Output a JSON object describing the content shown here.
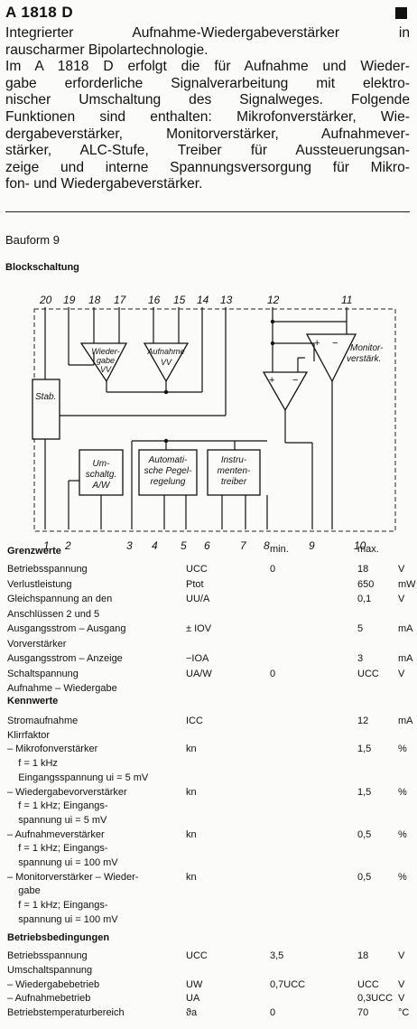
{
  "header": {
    "title": "A 1818 D",
    "intro_lines": [
      "Integrierter Aufnahme-Wiedergabeverstärker in",
      "rauscharmer Bipolartechnologie."
    ],
    "body_lines": [
      "Im A 1818 D erfolgt die für Aufnahme und Wieder-",
      "gabe erforderliche Signalverarbeitung mit elektro-",
      "nischer Umschaltung des Signalweges. Folgende",
      "Funktionen sind enthalten: Mikrofonverstärker, Wie-",
      "dergabeverstärker, Monitorverstärker, Aufnahmever-",
      "stärker, ALC-Stufe, Treiber für Aussteuerungsan-",
      "zeige und interne Spannungsversorgung für Mikro-",
      "fon- und Wiedergabeverstärker."
    ]
  },
  "bauform": "Bauform 9",
  "blockschaltung": {
    "heading": "Blockschaltung",
    "pins_top": [
      "20",
      "19",
      "18",
      "17",
      "16",
      "15",
      "14",
      "13",
      "12",
      "11"
    ],
    "pins_bottom": [
      "1",
      "2",
      "3",
      "4",
      "5",
      "6",
      "7",
      "8",
      "9",
      "10"
    ],
    "labels": {
      "wiedergabe_1": "Wieder-",
      "wiedergabe_2": "gabe",
      "wiedergabe_3": "VV",
      "aufnahme_1": "Aufnahme",
      "aufnahme_2": "VV",
      "monitor_1": "Monitor-",
      "monitor_2": "verstärk.",
      "stab": "Stab.",
      "umschalt_1": "Um-",
      "umschalt_2": "schaltg.",
      "umschalt_3": "A/W",
      "auto_1": "Automati-",
      "auto_2": "sche Pegel-",
      "auto_3": "regelung",
      "instr_1": "Instru-",
      "instr_2": "menten-",
      "instr_3": "treiber",
      "plus": "+",
      "minus": "−"
    }
  },
  "tables": {
    "col_min": "min.",
    "col_max": "max.",
    "grenzwerte": {
      "heading": "Grenzwerte",
      "rows": [
        {
          "label": "Betriebsspannung",
          "sym": "UCC",
          "min": "0",
          "max": "18",
          "unit": "V"
        },
        {
          "label": "Verlustleistung",
          "sym": "Ptot",
          "min": "",
          "max": "650",
          "unit": "mW"
        },
        {
          "label": "Gleichspannung an den",
          "sym": "UU/A",
          "min": "",
          "max": "0,1",
          "unit": "V"
        },
        {
          "label": "Anschlüssen 2 und 5",
          "sym": "",
          "min": "",
          "max": "",
          "unit": ""
        },
        {
          "label": "Ausgangsstrom – Ausgang",
          "sym": "± IOV",
          "min": "",
          "max": "5",
          "unit": "mA"
        },
        {
          "label": "Vorverstärker",
          "sym": "",
          "min": "",
          "max": "",
          "unit": ""
        },
        {
          "label": "Ausgangsstrom – Anzeige",
          "sym": "−IOA",
          "min": "",
          "max": "3",
          "unit": "mA"
        },
        {
          "label": "Schaltspannung",
          "sym": "UA/W",
          "min": "0",
          "max": "UCC",
          "unit": "V"
        },
        {
          "label": "Aufnahme – Wiedergabe",
          "sym": "",
          "min": "",
          "max": "",
          "unit": ""
        }
      ]
    },
    "kennwerte": {
      "heading": "Kennwerte",
      "rows": [
        {
          "label": "Stromaufnahme",
          "sym": "ICC",
          "min": "",
          "max": "12",
          "unit": "mA"
        },
        {
          "label": "Klirrfaktor",
          "sym": "",
          "min": "",
          "max": "",
          "unit": ""
        },
        {
          "label": "– Mikrofonverstärker",
          "sym": "kn",
          "min": "",
          "max": "1,5",
          "unit": "%"
        },
        {
          "label": "    f = 1 kHz",
          "sym": "",
          "min": "",
          "max": "",
          "unit": ""
        },
        {
          "label": "    Eingangsspannung ui = 5 mV",
          "sym": "",
          "min": "",
          "max": "",
          "unit": ""
        },
        {
          "label": "– Wiedergabevorverstärker",
          "sym": "kn",
          "min": "",
          "max": "1,5",
          "unit": "%"
        },
        {
          "label": "    f = 1 kHz; Eingangs-",
          "sym": "",
          "min": "",
          "max": "",
          "unit": ""
        },
        {
          "label": "    spannung ui = 5 mV",
          "sym": "",
          "min": "",
          "max": "",
          "unit": ""
        },
        {
          "label": "– Aufnahmeverstärker",
          "sym": "kn",
          "min": "",
          "max": "0,5",
          "unit": "%"
        },
        {
          "label": "    f = 1 kHz; Eingangs-",
          "sym": "",
          "min": "",
          "max": "",
          "unit": ""
        },
        {
          "label": "    spannung ui = 100 mV",
          "sym": "",
          "min": "",
          "max": "",
          "unit": ""
        },
        {
          "label": "– Monitorverstärker – Wieder-",
          "sym": "kn",
          "min": "",
          "max": "0,5",
          "unit": "%"
        },
        {
          "label": "    gabe",
          "sym": "",
          "min": "",
          "max": "",
          "unit": ""
        },
        {
          "label": "    f = 1 kHz; Eingangs-",
          "sym": "",
          "min": "",
          "max": "",
          "unit": ""
        },
        {
          "label": "    spannung ui = 100 mV",
          "sym": "",
          "min": "",
          "max": "",
          "unit": ""
        }
      ]
    },
    "betrieb": {
      "heading": "Betriebsbedingungen",
      "rows": [
        {
          "label": "Betriebsspannung",
          "sym": "UCC",
          "min": "3,5",
          "max": "18",
          "unit": "V"
        },
        {
          "label": "Umschaltspannung",
          "sym": "",
          "min": "",
          "max": "",
          "unit": ""
        },
        {
          "label": "– Wiedergabebetrieb",
          "sym": "UW",
          "min": "0,7UCC",
          "max": "UCC",
          "unit": "V"
        },
        {
          "label": "– Aufnahmebetrieb",
          "sym": "UA",
          "min": "",
          "max": "0,3UCC",
          "unit": "V"
        },
        {
          "label": "Betriebstemperaturbereich",
          "sym": "ϑa",
          "min": "0",
          "max": "70",
          "unit": "°C"
        }
      ]
    }
  }
}
